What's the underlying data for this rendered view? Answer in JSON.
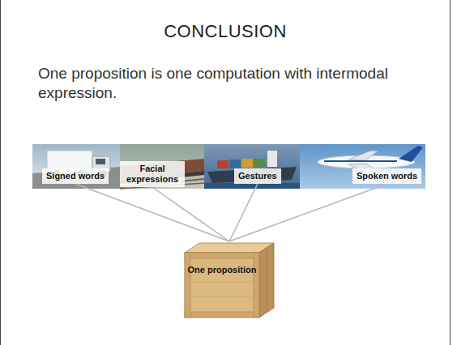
{
  "diagram": {
    "title": "CONCLUSION",
    "nodes": [
      {
        "text": [
          "Signed words"
        ]
      },
      {
        "text": [
          "Facial expressions"
        ]
      },
      {
        "text": [
          "Gestures"
        ]
      },
      {
        "text": [
          "Spoken words"
        ]
      },
      {
        "text": [
          "One proposition"
        ]
      }
    ],
    "edges": [
      {
        "from": 0,
        "to": 4,
        "arrow": "none"
      },
      {
        "from": 1,
        "to": 4,
        "arrow": "none"
      },
      {
        "from": 2,
        "to": 4,
        "arrow": "none"
      },
      {
        "from": 3,
        "to": 4,
        "arrow": "none"
      }
    ],
    "labels": [
      "One proposition is one computation with intermodal expression."
    ]
  }
}
